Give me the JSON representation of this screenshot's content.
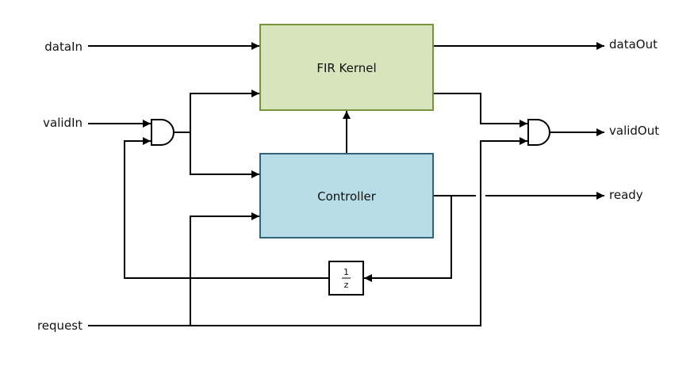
{
  "inputs": {
    "dataIn": "dataIn",
    "validIn": "validIn",
    "request": "request"
  },
  "outputs": {
    "dataOut": "dataOut",
    "validOut": "validOut",
    "ready": "ready"
  },
  "blocks": {
    "fir_kernel": {
      "label": "FIR Kernel",
      "fill": "#d8e4bc",
      "stroke": "#77933c"
    },
    "controller": {
      "label": "Controller",
      "fill": "#b7dde8",
      "stroke": "#31657a"
    },
    "delay": {
      "numerator": "1",
      "denominator": "z"
    }
  },
  "gates": {
    "and_in": "AND",
    "and_out": "AND"
  }
}
